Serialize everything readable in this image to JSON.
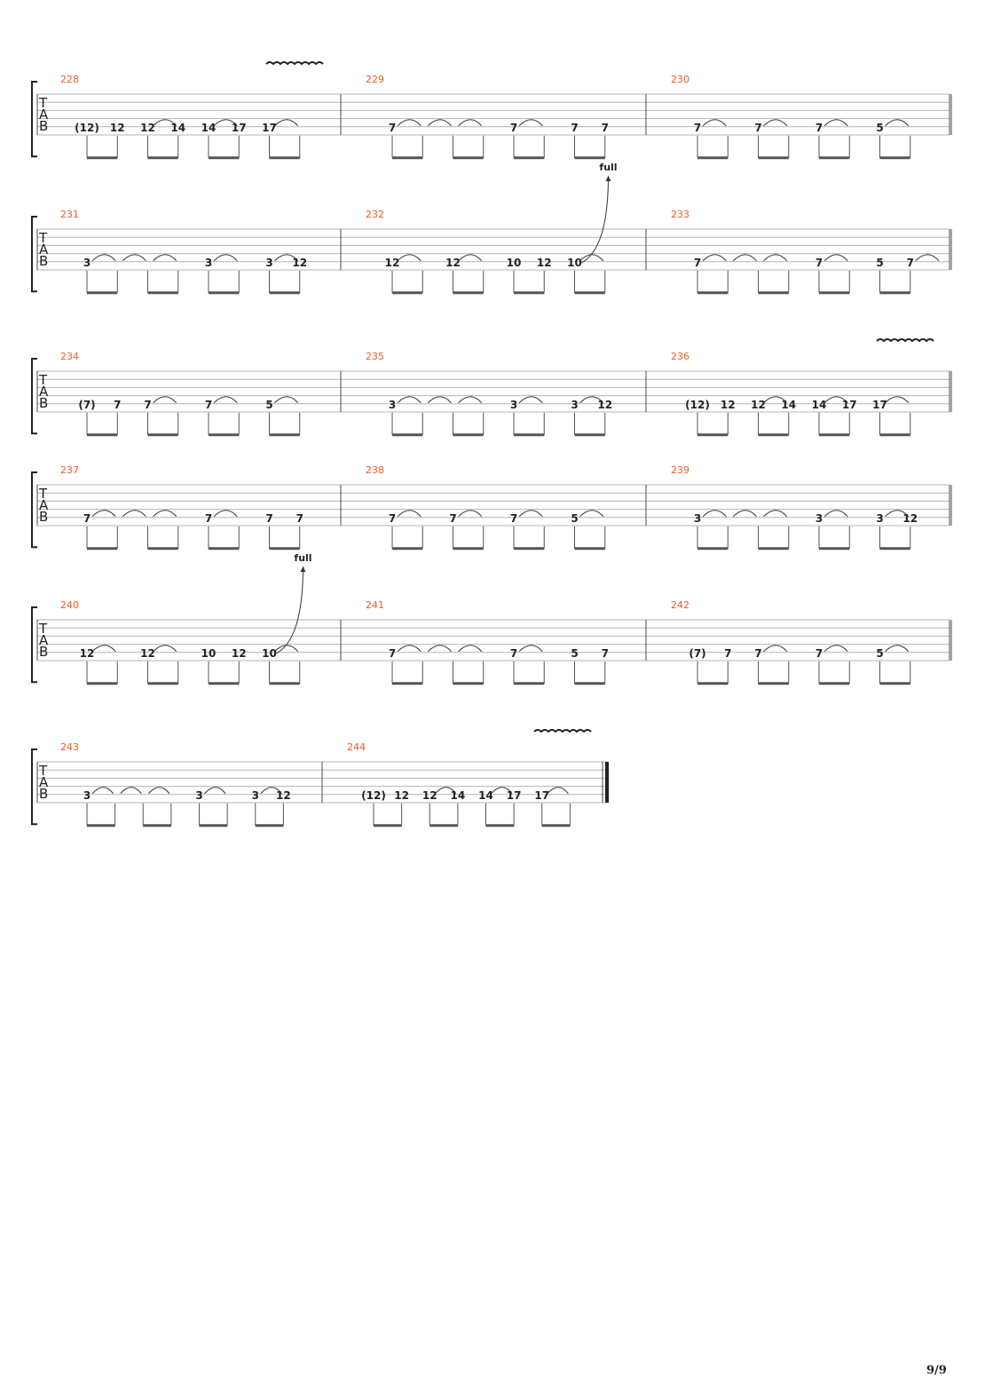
{
  "page": {
    "number": "9/9"
  },
  "clef_letters": [
    "T",
    "A",
    "B"
  ],
  "bend_label": "full",
  "systems": [
    {
      "measures": [
        {
          "number": "228",
          "notes": [
            {
              "t": "(12)",
              "arc": false
            },
            {
              "t": "12",
              "arc": false
            },
            {
              "t": "12",
              "arc": true
            },
            {
              "t": "14",
              "arc": false
            },
            {
              "t": "14",
              "arc": true
            },
            {
              "t": "17",
              "arc": false
            },
            {
              "t": "17",
              "arc": true
            },
            {
              "t": "",
              "arc": false
            }
          ],
          "vibrato": true
        },
        {
          "number": "229",
          "notes": [
            {
              "t": "7",
              "arc": true
            },
            {
              "t": "",
              "arc": true
            },
            {
              "t": "",
              "arc": true
            },
            {
              "t": "",
              "arc": false
            },
            {
              "t": "7",
              "arc": true
            },
            {
              "t": "",
              "arc": false
            },
            {
              "t": "7",
              "arc": false
            },
            {
              "t": "7",
              "arc": false
            }
          ]
        },
        {
          "number": "230",
          "notes": [
            {
              "t": "7",
              "arc": true
            },
            {
              "t": "",
              "arc": false
            },
            {
              "t": "7",
              "arc": true
            },
            {
              "t": "",
              "arc": false
            },
            {
              "t": "7",
              "arc": true
            },
            {
              "t": "",
              "arc": false
            },
            {
              "t": "5",
              "arc": true
            },
            {
              "t": "",
              "arc": false
            }
          ]
        }
      ]
    },
    {
      "measures": [
        {
          "number": "231",
          "notes": [
            {
              "t": "3",
              "arc": true
            },
            {
              "t": "",
              "arc": true
            },
            {
              "t": "",
              "arc": true
            },
            {
              "t": "",
              "arc": false
            },
            {
              "t": "3",
              "arc": true
            },
            {
              "t": "",
              "arc": false
            },
            {
              "t": "3",
              "arc": true
            },
            {
              "t": "12",
              "arc": false
            }
          ]
        },
        {
          "number": "232",
          "notes": [
            {
              "t": "12",
              "arc": true
            },
            {
              "t": "",
              "arc": false
            },
            {
              "t": "12",
              "arc": true
            },
            {
              "t": "",
              "arc": false
            },
            {
              "t": "10",
              "arc": false
            },
            {
              "t": "12",
              "arc": false
            },
            {
              "t": "10",
              "arc": true
            },
            {
              "t": "",
              "arc": false
            }
          ],
          "bend": true
        },
        {
          "number": "233",
          "notes": [
            {
              "t": "7",
              "arc": true
            },
            {
              "t": "",
              "arc": true
            },
            {
              "t": "",
              "arc": true
            },
            {
              "t": "",
              "arc": false
            },
            {
              "t": "7",
              "arc": true
            },
            {
              "t": "",
              "arc": false
            },
            {
              "t": "5",
              "arc": false
            },
            {
              "t": "7",
              "arc": true
            }
          ]
        }
      ]
    },
    {
      "measures": [
        {
          "number": "234",
          "notes": [
            {
              "t": "(7)",
              "arc": false
            },
            {
              "t": "7",
              "arc": false
            },
            {
              "t": "7",
              "arc": true
            },
            {
              "t": "",
              "arc": false
            },
            {
              "t": "7",
              "arc": true
            },
            {
              "t": "",
              "arc": false
            },
            {
              "t": "5",
              "arc": true
            },
            {
              "t": "",
              "arc": false
            }
          ]
        },
        {
          "number": "235",
          "notes": [
            {
              "t": "3",
              "arc": true
            },
            {
              "t": "",
              "arc": true
            },
            {
              "t": "",
              "arc": true
            },
            {
              "t": "",
              "arc": false
            },
            {
              "t": "3",
              "arc": true
            },
            {
              "t": "",
              "arc": false
            },
            {
              "t": "3",
              "arc": true
            },
            {
              "t": "12",
              "arc": false
            }
          ]
        },
        {
          "number": "236",
          "notes": [
            {
              "t": "(12)",
              "arc": false
            },
            {
              "t": "12",
              "arc": false
            },
            {
              "t": "12",
              "arc": true
            },
            {
              "t": "14",
              "arc": false
            },
            {
              "t": "14",
              "arc": true
            },
            {
              "t": "17",
              "arc": false
            },
            {
              "t": "17",
              "arc": true
            },
            {
              "t": "",
              "arc": false
            }
          ],
          "vibrato": true
        }
      ]
    },
    {
      "measures": [
        {
          "number": "237",
          "notes": [
            {
              "t": "7",
              "arc": true
            },
            {
              "t": "",
              "arc": true
            },
            {
              "t": "",
              "arc": true
            },
            {
              "t": "",
              "arc": false
            },
            {
              "t": "7",
              "arc": true
            },
            {
              "t": "",
              "arc": false
            },
            {
              "t": "7",
              "arc": false
            },
            {
              "t": "7",
              "arc": false
            }
          ]
        },
        {
          "number": "238",
          "notes": [
            {
              "t": "7",
              "arc": true
            },
            {
              "t": "",
              "arc": false
            },
            {
              "t": "7",
              "arc": true
            },
            {
              "t": "",
              "arc": false
            },
            {
              "t": "7",
              "arc": true
            },
            {
              "t": "",
              "arc": false
            },
            {
              "t": "5",
              "arc": true
            },
            {
              "t": "",
              "arc": false
            }
          ]
        },
        {
          "number": "239",
          "notes": [
            {
              "t": "3",
              "arc": true
            },
            {
              "t": "",
              "arc": true
            },
            {
              "t": "",
              "arc": true
            },
            {
              "t": "",
              "arc": false
            },
            {
              "t": "3",
              "arc": true
            },
            {
              "t": "",
              "arc": false
            },
            {
              "t": "3",
              "arc": true
            },
            {
              "t": "12",
              "arc": false
            }
          ]
        }
      ]
    },
    {
      "measures": [
        {
          "number": "240",
          "notes": [
            {
              "t": "12",
              "arc": true
            },
            {
              "t": "",
              "arc": false
            },
            {
              "t": "12",
              "arc": true
            },
            {
              "t": "",
              "arc": false
            },
            {
              "t": "10",
              "arc": false
            },
            {
              "t": "12",
              "arc": false
            },
            {
              "t": "10",
              "arc": true
            },
            {
              "t": "",
              "arc": false
            }
          ],
          "bend": true
        },
        {
          "number": "241",
          "notes": [
            {
              "t": "7",
              "arc": true
            },
            {
              "t": "",
              "arc": true
            },
            {
              "t": "",
              "arc": true
            },
            {
              "t": "",
              "arc": false
            },
            {
              "t": "7",
              "arc": true
            },
            {
              "t": "",
              "arc": false
            },
            {
              "t": "5",
              "arc": false
            },
            {
              "t": "7",
              "arc": false
            }
          ]
        },
        {
          "number": "242",
          "notes": [
            {
              "t": "(7)",
              "arc": false
            },
            {
              "t": "7",
              "arc": false
            },
            {
              "t": "7",
              "arc": true
            },
            {
              "t": "",
              "arc": false
            },
            {
              "t": "7",
              "arc": true
            },
            {
              "t": "",
              "arc": false
            },
            {
              "t": "5",
              "arc": true
            },
            {
              "t": "",
              "arc": false
            }
          ]
        }
      ]
    },
    {
      "final": true,
      "measures": [
        {
          "number": "243",
          "notes": [
            {
              "t": "3",
              "arc": true
            },
            {
              "t": "",
              "arc": true
            },
            {
              "t": "",
              "arc": true
            },
            {
              "t": "",
              "arc": false
            },
            {
              "t": "3",
              "arc": true
            },
            {
              "t": "",
              "arc": false
            },
            {
              "t": "3",
              "arc": true
            },
            {
              "t": "12",
              "arc": false
            }
          ]
        },
        {
          "number": "244",
          "notes": [
            {
              "t": "(12)",
              "arc": false
            },
            {
              "t": "12",
              "arc": false
            },
            {
              "t": "12",
              "arc": true
            },
            {
              "t": "14",
              "arc": false
            },
            {
              "t": "14",
              "arc": true
            },
            {
              "t": "17",
              "arc": false
            },
            {
              "t": "17",
              "arc": true
            },
            {
              "t": "",
              "arc": false
            }
          ],
          "vibrato": true
        }
      ]
    }
  ]
}
